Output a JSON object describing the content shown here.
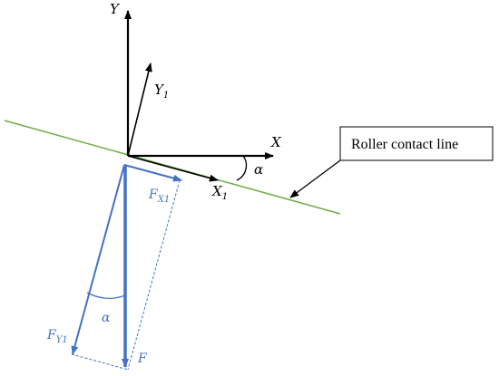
{
  "labels": {
    "axis_y": "Y",
    "axis_x": "X",
    "axis_y1_main": "Y",
    "axis_y1_sub": "1",
    "axis_x1_main": "X",
    "axis_x1_sub": "1",
    "angle_top": "α",
    "angle_bottom": "α",
    "force_fx1_main": "F",
    "force_fx1_sub": "X1",
    "force_fy1_main": "F",
    "force_fy1_sub": "Y1",
    "force_f": "F",
    "callout": "Roller contact line"
  },
  "colors": {
    "axes": "#000000",
    "contact_line": "#70ad47",
    "force": "#4472c4"
  }
}
